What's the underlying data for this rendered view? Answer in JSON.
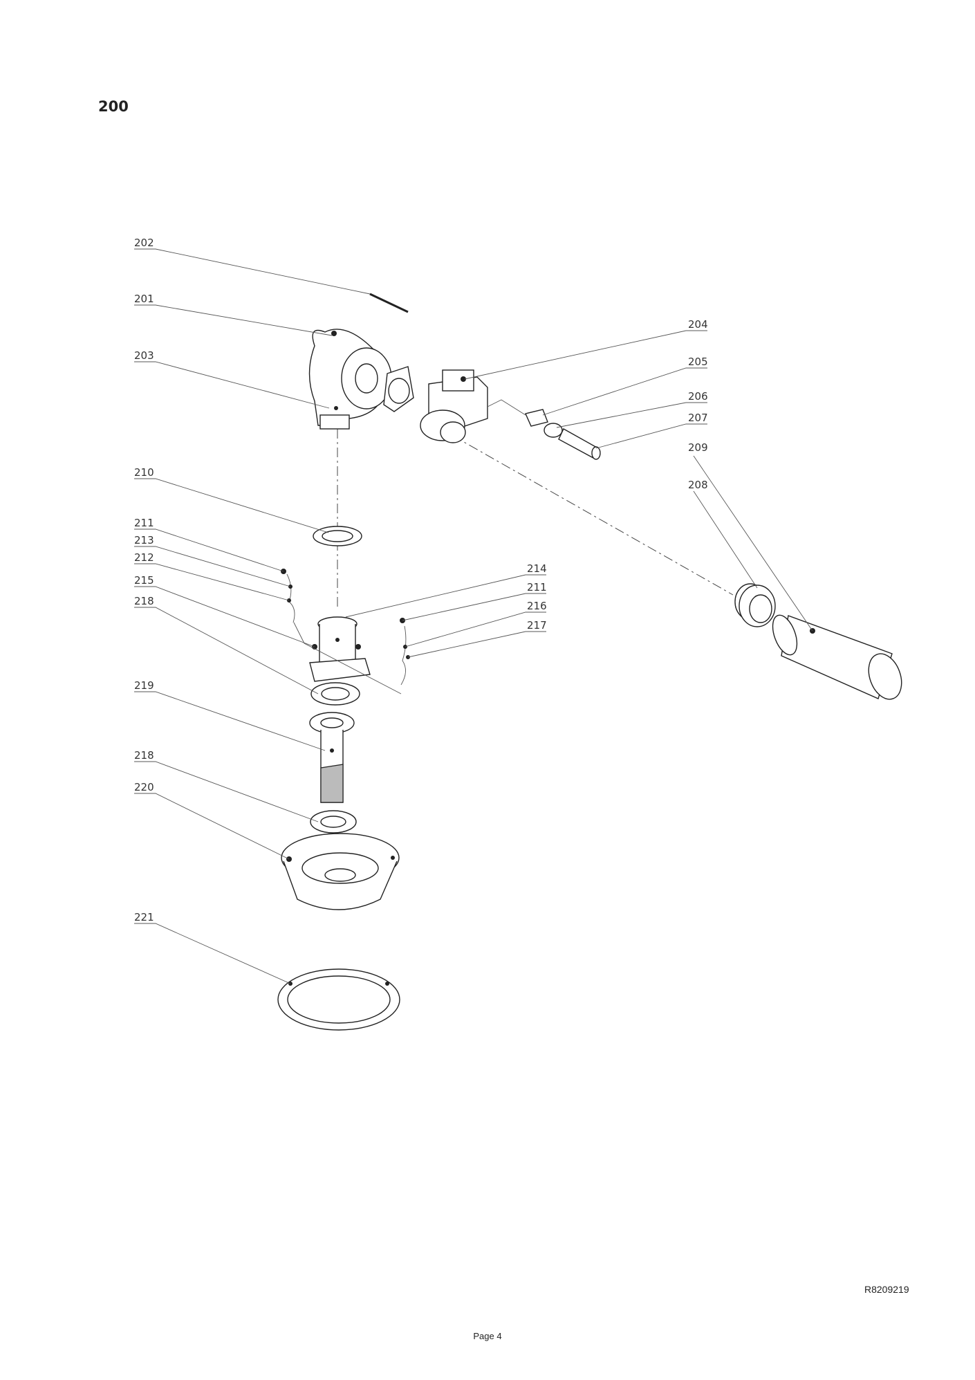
{
  "page": {
    "section_title": "200",
    "drawing_ref": "R8209219",
    "page_number": "Page 4"
  },
  "callouts": [
    {
      "id": "202",
      "text": "202"
    },
    {
      "id": "201",
      "text": "201"
    },
    {
      "id": "203",
      "text": "203"
    },
    {
      "id": "204",
      "text": "204"
    },
    {
      "id": "205",
      "text": "205"
    },
    {
      "id": "206",
      "text": "206"
    },
    {
      "id": "207",
      "text": "207"
    },
    {
      "id": "209",
      "text": "209"
    },
    {
      "id": "208",
      "text": "208"
    },
    {
      "id": "210",
      "text": "210"
    },
    {
      "id": "211a",
      "text": "211"
    },
    {
      "id": "213",
      "text": "213"
    },
    {
      "id": "212",
      "text": "212"
    },
    {
      "id": "215",
      "text": "215"
    },
    {
      "id": "218a",
      "text": "218"
    },
    {
      "id": "214",
      "text": "214"
    },
    {
      "id": "211b",
      "text": "211"
    },
    {
      "id": "216",
      "text": "216"
    },
    {
      "id": "217",
      "text": "217"
    },
    {
      "id": "219",
      "text": "219"
    },
    {
      "id": "218b",
      "text": "218"
    },
    {
      "id": "220",
      "text": "220"
    },
    {
      "id": "221",
      "text": "221"
    }
  ]
}
